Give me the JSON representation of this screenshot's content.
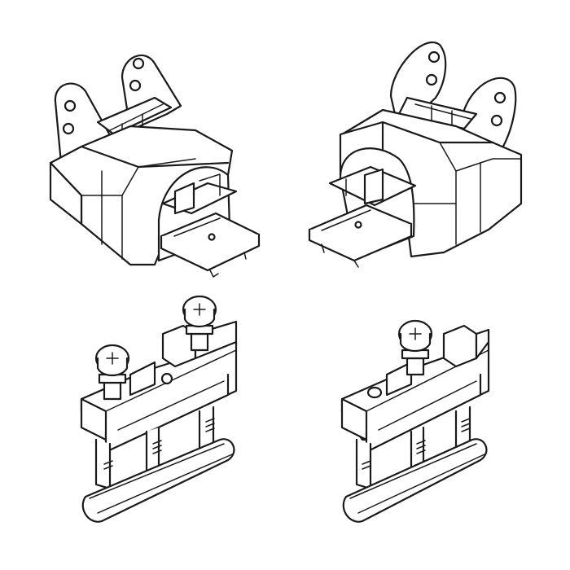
{
  "figure": {
    "background": "#ffffff",
    "line_color": "#1a1a1a",
    "parts": [
      {
        "name": "end-bracket-left",
        "icon": "hinge-bracket-icon"
      },
      {
        "name": "end-bracket-right",
        "icon": "hinge-bracket-icon"
      },
      {
        "name": "guide-block-two-screws",
        "icon": "screw-block-icon"
      },
      {
        "name": "guide-block-one-screw",
        "icon": "screw-block-icon"
      }
    ]
  }
}
